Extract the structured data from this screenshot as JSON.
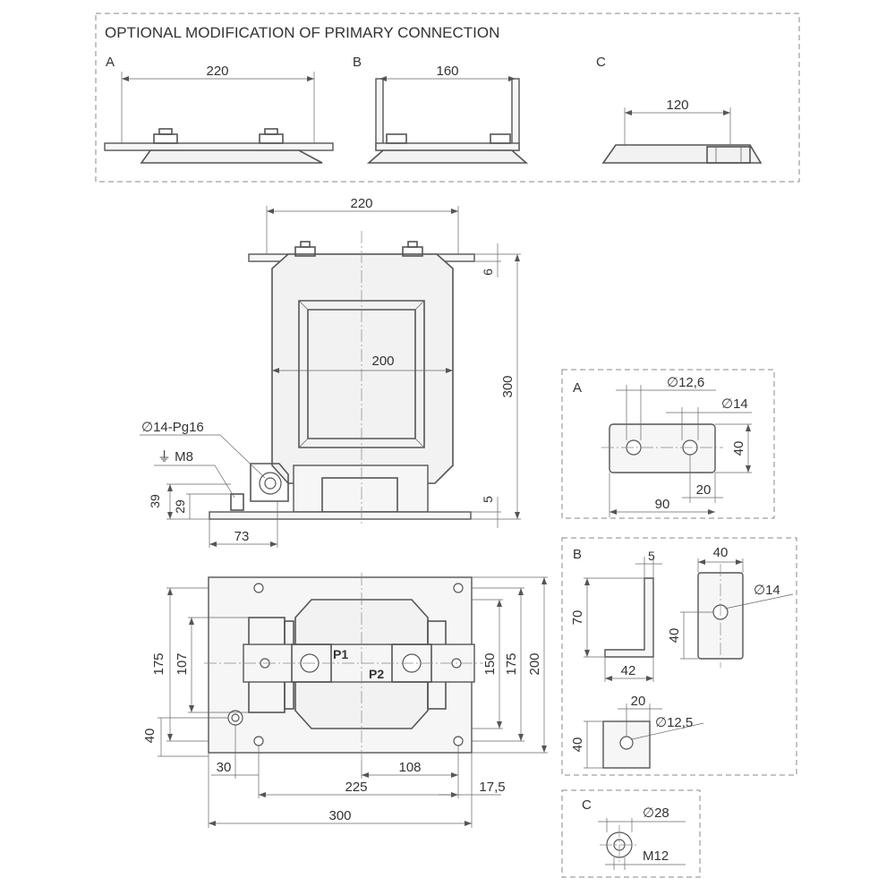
{
  "header": {
    "title": "OPTIONAL MODIFICATION OF PRIMARY CONNECTION",
    "labels": {
      "a": "A",
      "b": "B",
      "c": "C"
    }
  },
  "options": {
    "a_width": "220",
    "b_width": "160",
    "c_width": "120"
  },
  "front_view": {
    "top_width": "220",
    "body_width": "200",
    "height": "300",
    "top_offset": "6",
    "base_thickness": "5",
    "gland": "∅14-Pg16",
    "earth": "⏚ M8",
    "earth_height_39": "39",
    "earth_height_29": "29",
    "earth_offset": "73"
  },
  "plan_view": {
    "h175_left": "175",
    "h107": "107",
    "h40": "40",
    "h150": "150",
    "h175_right": "175",
    "h200": "200",
    "w30": "30",
    "w108": "108",
    "w225": "225",
    "w17_5": "17,5",
    "w300": "300",
    "p1": "P1",
    "p2": "P2"
  },
  "detail_a": {
    "label": "A",
    "d12_6": "∅12,6",
    "d14": "∅14",
    "h40": "40",
    "w20": "20",
    "w90": "90"
  },
  "detail_b": {
    "label": "B",
    "t5": "5",
    "w40": "40",
    "h70": "70",
    "d14": "∅14",
    "h40": "40",
    "w42": "42",
    "w20": "20",
    "d12_5": "∅12,5",
    "h40b": "40"
  },
  "detail_c": {
    "label": "C",
    "d28": "∅28",
    "m12": "M12"
  }
}
